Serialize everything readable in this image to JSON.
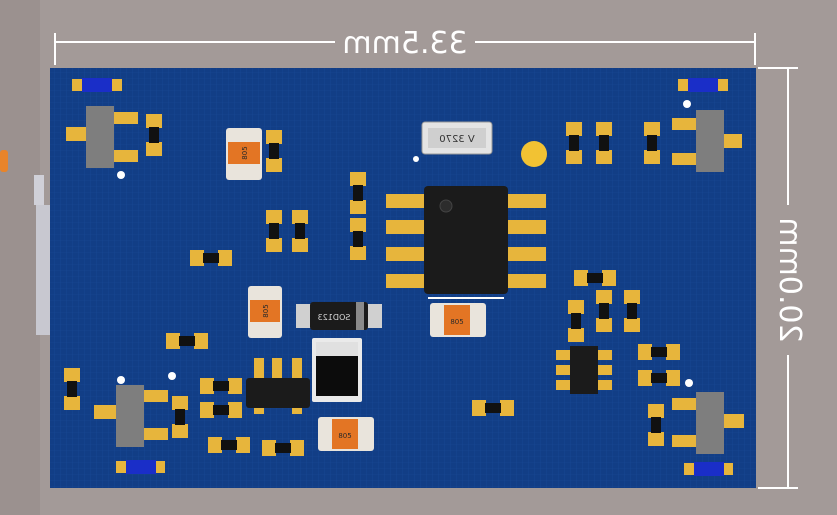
{
  "dimensions": {
    "width_label": "33.5mm",
    "height_label": "20.0mm"
  },
  "silkscreen": {
    "crystal_marking": "V  3270",
    "diode_marking": "SOD123",
    "capacitor_marking": "805"
  },
  "colors": {
    "background": "#a39a98",
    "board": "#123e86",
    "pad": "#e7b53c",
    "ic_body": "#1b1b1b",
    "sot_body": "#7e7e7e",
    "led_blue": "#1a2ec8",
    "tantalum_orange": "#e37524",
    "dimension_line": "#ffffff"
  }
}
